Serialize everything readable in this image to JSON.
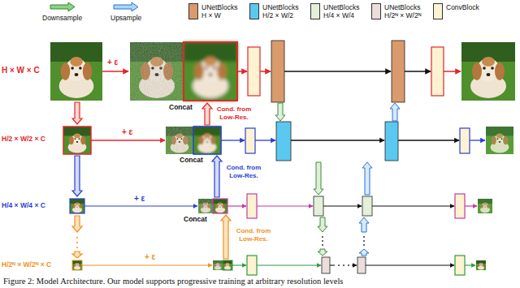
{
  "diagram": {
    "caption": "Figure 2: Model Architecture. Our model supports progressive training at arbitrary resolution levels",
    "labels": [
      "H × W × C",
      "+ ε",
      "Concat",
      "Cond. from Low-Res.",
      "H/2 × W/2 × C",
      "+ ε",
      "Concat",
      "Cond. from Low-Res.",
      "H/4 × W/4 × C",
      "+ ε",
      "Concat",
      "Cond. from Low-Res.",
      "H/2ᴺ × W/2ᴺ × C",
      "+ ε"
    ],
    "legend": [
      {
        "text": "Downsample"
      },
      {
        "text": "Upsample"
      },
      {
        "text": "UNetBlocks H × W",
        "color": "#d99a6c"
      },
      {
        "text": "UNetBlocks H/2 × W/2",
        "color": "#5bc8f0"
      },
      {
        "text": "UNetBlocks H/4 × W/4",
        "color": "#e4f0da"
      },
      {
        "text": "UNetBlocks H/2ᴺ × W/2ᴺ",
        "color": "#ecdcdc"
      },
      {
        "text": "ConvBlock",
        "color": "#fdf3d2"
      }
    ]
  }
}
